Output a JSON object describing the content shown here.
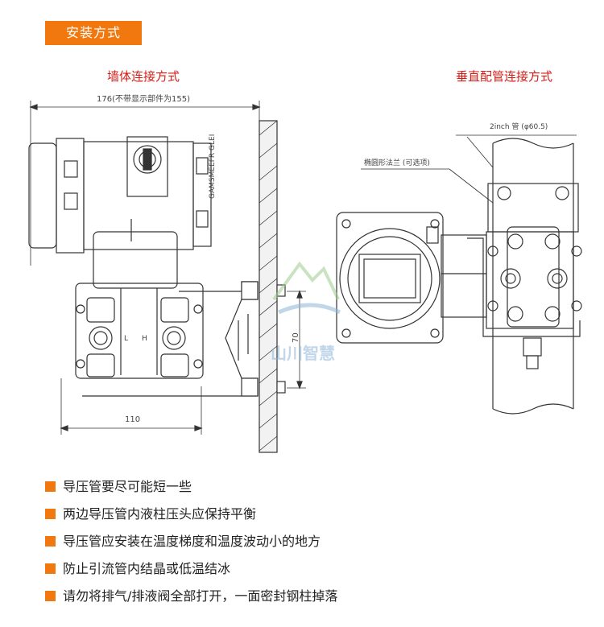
{
  "header": {
    "badge_label": "安装方式"
  },
  "diagrams": {
    "wall_title": "墙体连接方式",
    "pipe_title": "垂直配管连接方式",
    "wall_dim_width": "176(不带显示部件为155)",
    "wall_dim_bottom": "110",
    "wall_dim_side": "70",
    "body_marking": "GAMSMEEFR GLEI",
    "valve_left_label": "L",
    "valve_right_label": "H",
    "pipe_label": "2inch 管 (φ60.5)",
    "flange_label": "椭圆形法兰 (可选项)",
    "watermark_text": "山川智慧"
  },
  "notes": [
    "导压管要尽可能短一些",
    "两边导压管内液柱压头应保持平衡",
    "导压管应安装在温度梯度和温度波动小的地方",
    "防止引流管内结晶或低温结冰",
    "请勿将排气/排液阀全部打开，一面密封钢柱掉落"
  ],
  "colors": {
    "accent": "#f0780e",
    "title_red": "#d31d16",
    "line": "#333333"
  }
}
